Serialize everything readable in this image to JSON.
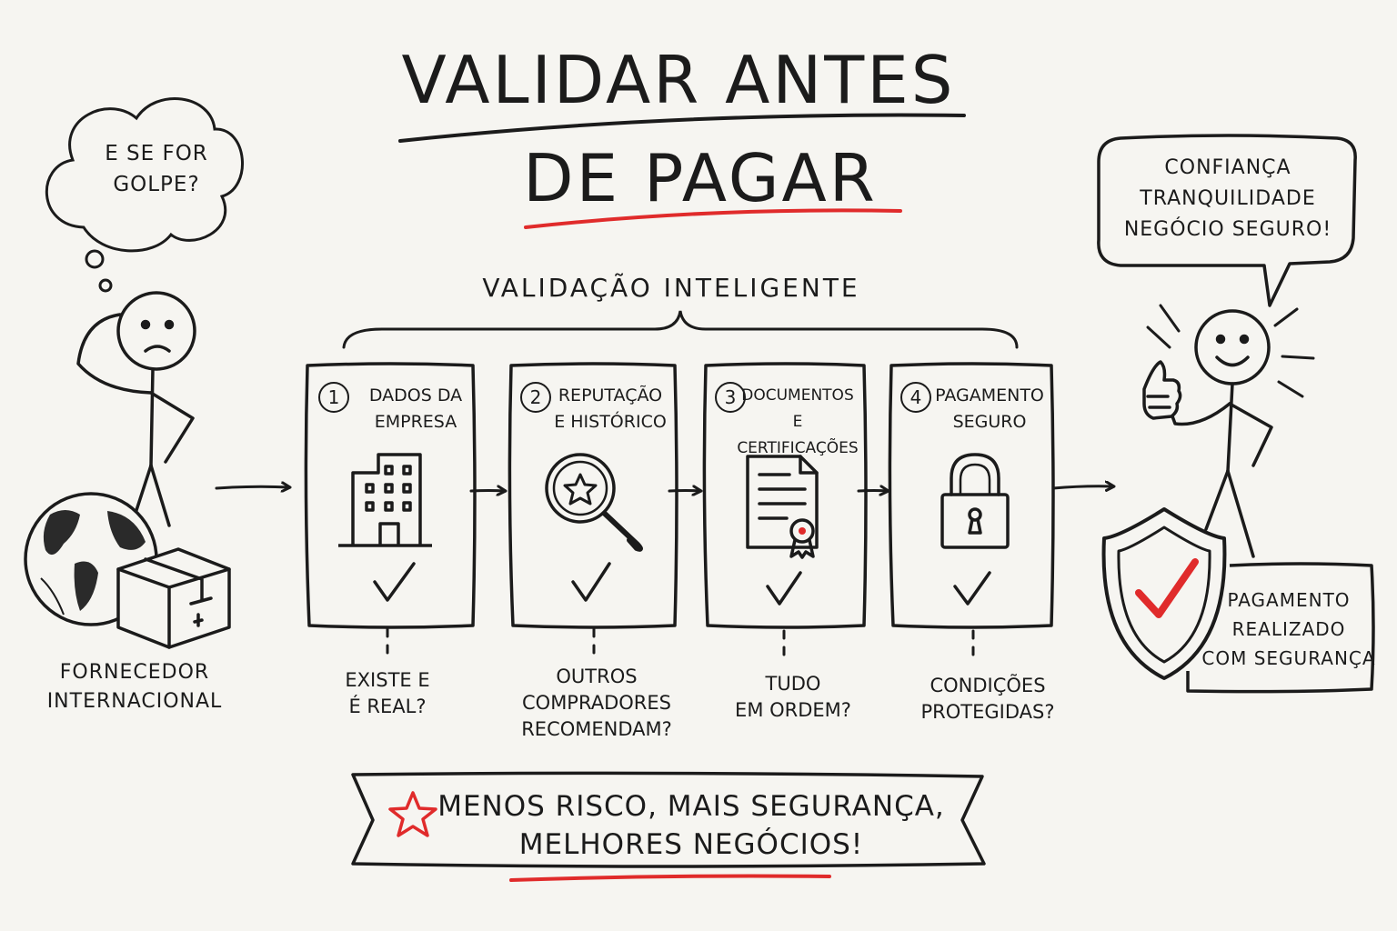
{
  "title": {
    "line1": "Validar antes",
    "line2": "de pagar"
  },
  "brace_label": "Validação inteligente",
  "left": {
    "thought": "E se for\ngolpe?",
    "label": "Fornecedor\ninternacional"
  },
  "steps": [
    {
      "number": "1",
      "title": "Dados da\nempresa",
      "icon": "building-icon",
      "check": "check-icon",
      "question": "Existe e\né real?"
    },
    {
      "number": "2",
      "title": "Reputação\ne histórico",
      "icon": "magnifier-star-icon",
      "check": "check-icon",
      "question": "Outros\ncompradores\nrecomendam?"
    },
    {
      "number": "3",
      "title": "Documentos\ne certificações",
      "icon": "certificate-document-icon",
      "check": "check-icon",
      "question": "Tudo\nem ordem?"
    },
    {
      "number": "4",
      "title": "Pagamento\nseguro",
      "icon": "padlock-icon",
      "check": "check-icon",
      "question": "Condições\nprotegidas?"
    }
  ],
  "right": {
    "speech": "Confiança\ntranquilidade\nnegócio seguro!",
    "card": "Pagamento\nrealizado\ncom segurança"
  },
  "banner": {
    "text": "Menos risco, mais segurança,\nmelhores negócios!",
    "icon": "star-icon"
  },
  "colors": {
    "ink": "#1b1b1b",
    "accent": "#e02b2b",
    "paper": "#f6f5f1"
  }
}
